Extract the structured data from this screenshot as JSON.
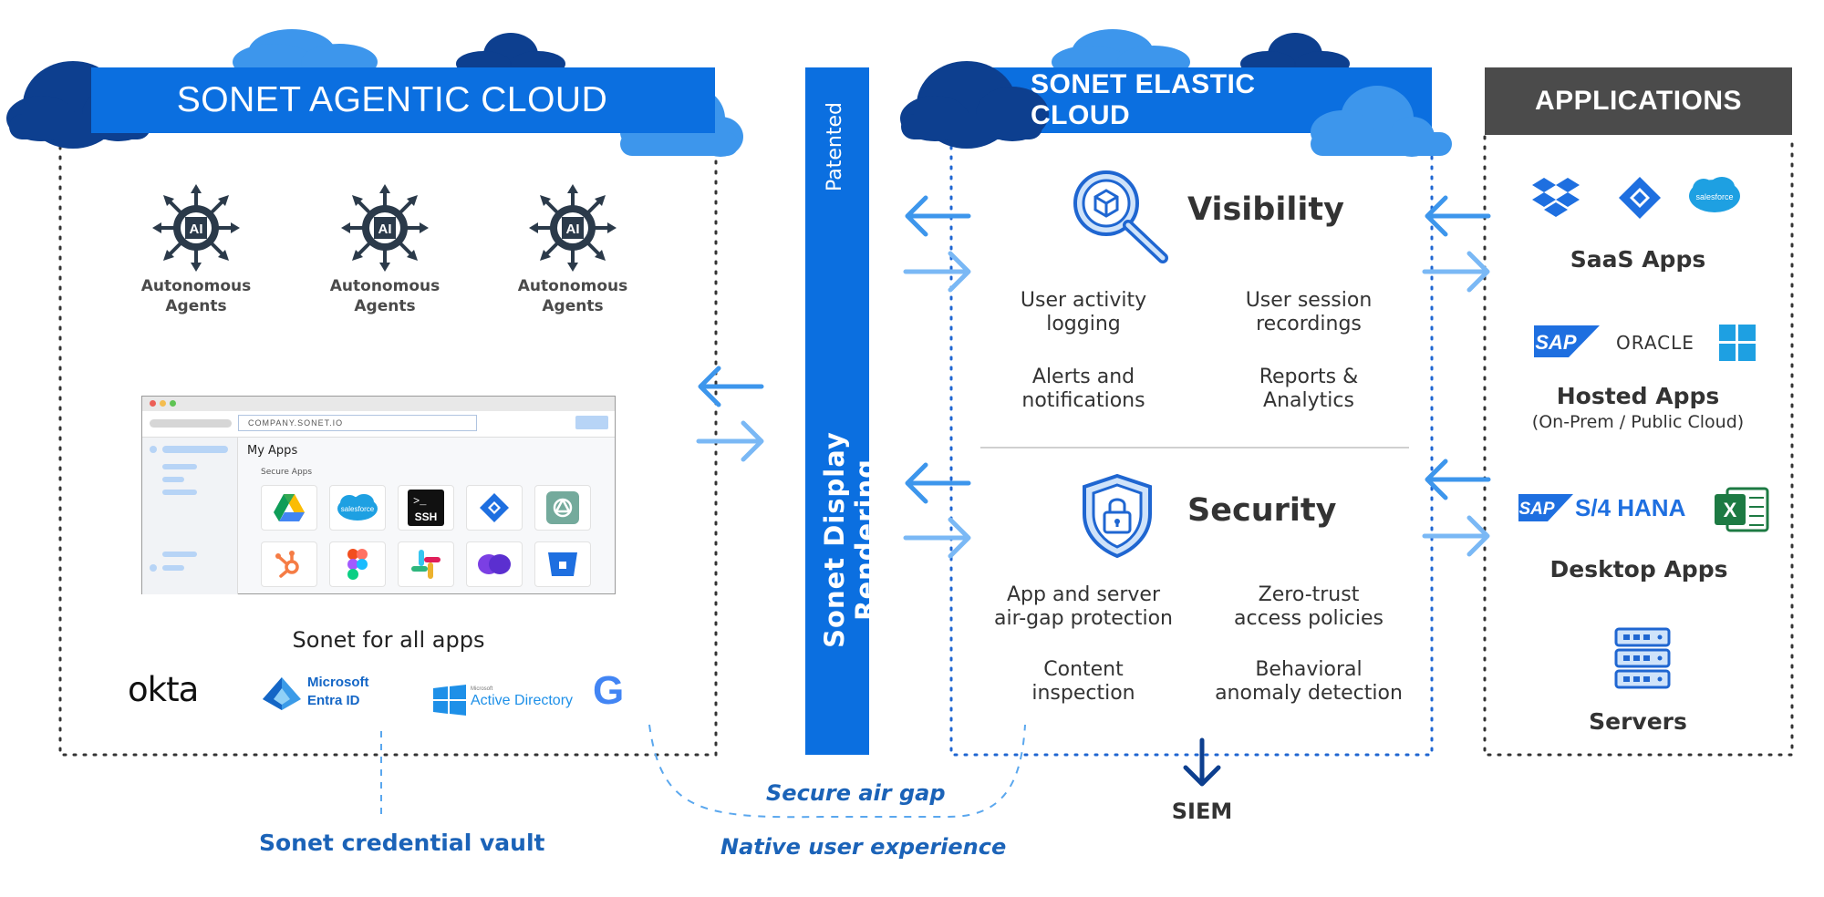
{
  "agentic_cloud": {
    "title": "SONET AGENTIC CLOUD",
    "agents": [
      {
        "label": "Autonomous Agents",
        "icon": "ai-agent-icon"
      },
      {
        "label": "Autonomous Agents",
        "icon": "ai-agent-icon"
      },
      {
        "label": "Autonomous Agents",
        "icon": "ai-agent-icon"
      }
    ],
    "agent_icon_text": "AI",
    "browser": {
      "url": "COMPANY.SONET.IO",
      "my_apps": "My Apps",
      "secure_apps": "Secure Apps",
      "tiles": [
        "google-drive-icon",
        "salesforce-icon",
        "ssh-icon",
        "jira-icon",
        "chatgpt-icon",
        "hubspot-icon",
        "figma-icon",
        "slack-icon",
        "clickup-icon",
        "bitbucket-icon"
      ],
      "tile_texts": {
        "salesforce": "salesforce",
        "ssh_prompt": ">_",
        "ssh": "SSH"
      }
    },
    "caption": "Sonet for all apps",
    "idp": {
      "okta": "okta",
      "microsoft_line1": "Microsoft",
      "microsoft_line2": "Entra ID",
      "ad_small": "Microsoft",
      "active_directory": "Active Directory",
      "google": "G"
    }
  },
  "rendering_bar": {
    "patented": "Patented",
    "title": "Sonet Display Rendering"
  },
  "elastic_cloud": {
    "title": "SONET ELASTIC CLOUD",
    "visibility": {
      "heading": "Visibility",
      "items": [
        [
          "User activity",
          "logging"
        ],
        [
          "User session",
          "recordings"
        ],
        [
          "Alerts and",
          "notifications"
        ],
        [
          "Reports &",
          "Analytics"
        ]
      ]
    },
    "security": {
      "heading": "Security",
      "items": [
        [
          "App and server",
          "air-gap protection"
        ],
        [
          "Zero-trust",
          "access policies"
        ],
        [
          "Content",
          "inspection"
        ],
        [
          "Behavioral",
          "anomaly detection"
        ]
      ]
    },
    "siem": "SIEM"
  },
  "applications": {
    "title": "APPLICATIONS",
    "saas": {
      "label": "SaaS Apps",
      "salesforce": "salesforce"
    },
    "hosted": {
      "label": "Hosted Apps",
      "sublabel": "(On-Prem / Public Cloud)",
      "sap": "SAP",
      "oracle": "ORACLE"
    },
    "desktop": {
      "label": "Desktop Apps",
      "sap": "SAP",
      "s4hana": "S/4 HANA",
      "excel": "X"
    },
    "servers": {
      "label": "Servers"
    }
  },
  "bottom": {
    "credential_vault": "Sonet credential vault",
    "secure_air_gap": "Secure air gap",
    "native_ux": "Native user experience"
  },
  "colors": {
    "primary_blue": "#0b6fe0",
    "dark_blue": "#0d3f8f",
    "light_blue": "#3d96ec",
    "arrow_light": "#7ab8f5",
    "apps_header": "#4b4b4b"
  }
}
